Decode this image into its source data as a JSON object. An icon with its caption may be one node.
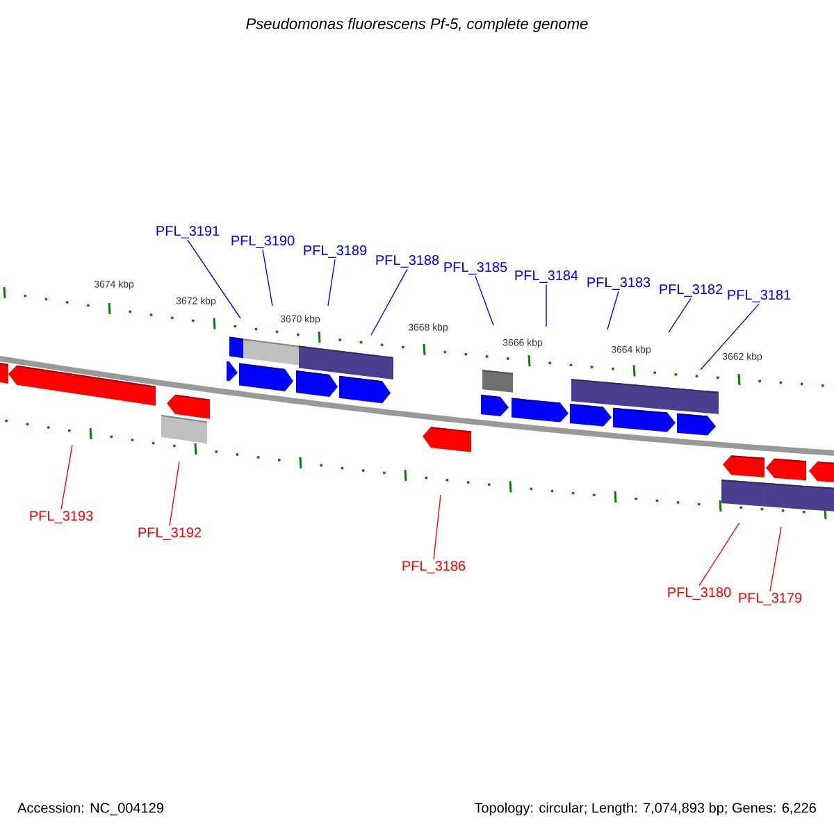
{
  "diagram": {
    "title": "Pseudomonas fluorescens Pf-5, complete genome",
    "nodes": [
      {
        "text": [
          "PFL_3191"
        ]
      },
      {
        "text": [
          "PFL_3190"
        ]
      },
      {
        "text": [
          "PFL_3189"
        ]
      },
      {
        "text": [
          "PFL_3188"
        ]
      },
      {
        "text": [
          "PFL_3185"
        ]
      },
      {
        "text": [
          "PFL_3184"
        ]
      },
      {
        "text": [
          "PFL_3183"
        ]
      },
      {
        "text": [
          "PFL_3182"
        ]
      },
      {
        "text": [
          "PFL_3181"
        ]
      },
      {
        "text": [
          "PFL_3193"
        ]
      },
      {
        "text": [
          "PFL_3192"
        ]
      },
      {
        "text": [
          "PFL_3186"
        ]
      },
      {
        "text": [
          "PFL_3180"
        ]
      },
      {
        "text": [
          "PFL_3179"
        ]
      }
    ],
    "edges": [
      {
        "from": 0,
        "to": null,
        "arrow": "none"
      },
      {
        "from": 1,
        "to": null,
        "arrow": "none"
      },
      {
        "from": 2,
        "to": null,
        "arrow": "none"
      },
      {
        "from": 3,
        "to": null,
        "arrow": "none"
      },
      {
        "from": 4,
        "to": null,
        "arrow": "none"
      },
      {
        "from": 5,
        "to": null,
        "arrow": "none"
      },
      {
        "from": 6,
        "to": null,
        "arrow": "none"
      },
      {
        "from": 7,
        "to": null,
        "arrow": "none"
      },
      {
        "from": 8,
        "to": null,
        "arrow": "none"
      },
      {
        "from": 9,
        "to": null,
        "arrow": "none",
        "color": "#ff0000"
      },
      {
        "from": 10,
        "to": null,
        "arrow": "none",
        "color": "#ff0000"
      },
      {
        "from": 11,
        "to": null,
        "arrow": "none",
        "color": "#ff0000"
      },
      {
        "from": 12,
        "to": null,
        "arrow": "none",
        "color": "#ff0000"
      },
      {
        "from": 13,
        "to": null,
        "arrow": "none",
        "color": "#ff0000"
      }
    ],
    "labels": [
      "3674 kbp",
      "3672 kbp",
      "3670 kbp",
      "3668 kbp",
      "3666 kbp",
      "3664 kbp",
      "3662 kbp",
      "Accession: NC_004129",
      "Topology: circular; Length: 7,074,893 bp; Genes: 6,226"
    ]
  }
}
